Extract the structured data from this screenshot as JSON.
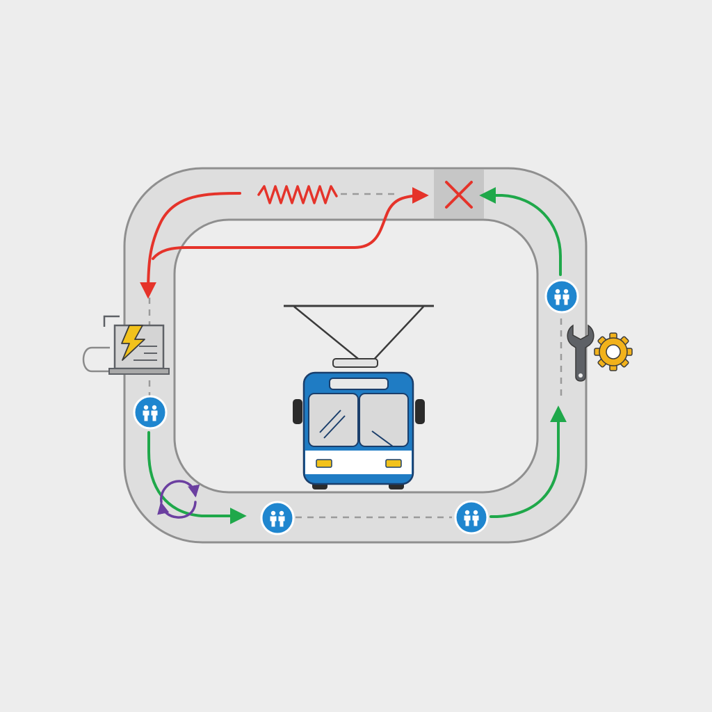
{
  "diagram": {
    "colors": {
      "background": "#ededed",
      "track_fill": "#dedede",
      "track_outline": "#8f8f8f",
      "fault_red": "#e5332a",
      "flow_green": "#1fa84a",
      "trolleybus_blue": "#1f7cc4",
      "stop_blue": "#1f86cf",
      "reverse_purple": "#6b3fa0",
      "bolt_yellow": "#f2c21b",
      "gear_yellow": "#f2b21b",
      "wrench_gray": "#5e6166",
      "fault_zone_gray": "#c6c6c6",
      "dashed_gray": "#9a9a9a"
    },
    "icons": [
      "trolleybus-icon",
      "substation-power-icon",
      "passenger-stop-icon",
      "wrench-icon",
      "gear-icon",
      "overhead-wire-fault-icon",
      "short-circuit-cross-icon",
      "reverse-cycle-icon"
    ],
    "stops": [
      {
        "name": "stop-left",
        "icon": "passenger-stop-icon"
      },
      {
        "name": "stop-bottom-left",
        "icon": "passenger-stop-icon"
      },
      {
        "name": "stop-bottom-right",
        "icon": "passenger-stop-icon"
      },
      {
        "name": "stop-right",
        "icon": "passenger-stop-icon"
      }
    ]
  }
}
